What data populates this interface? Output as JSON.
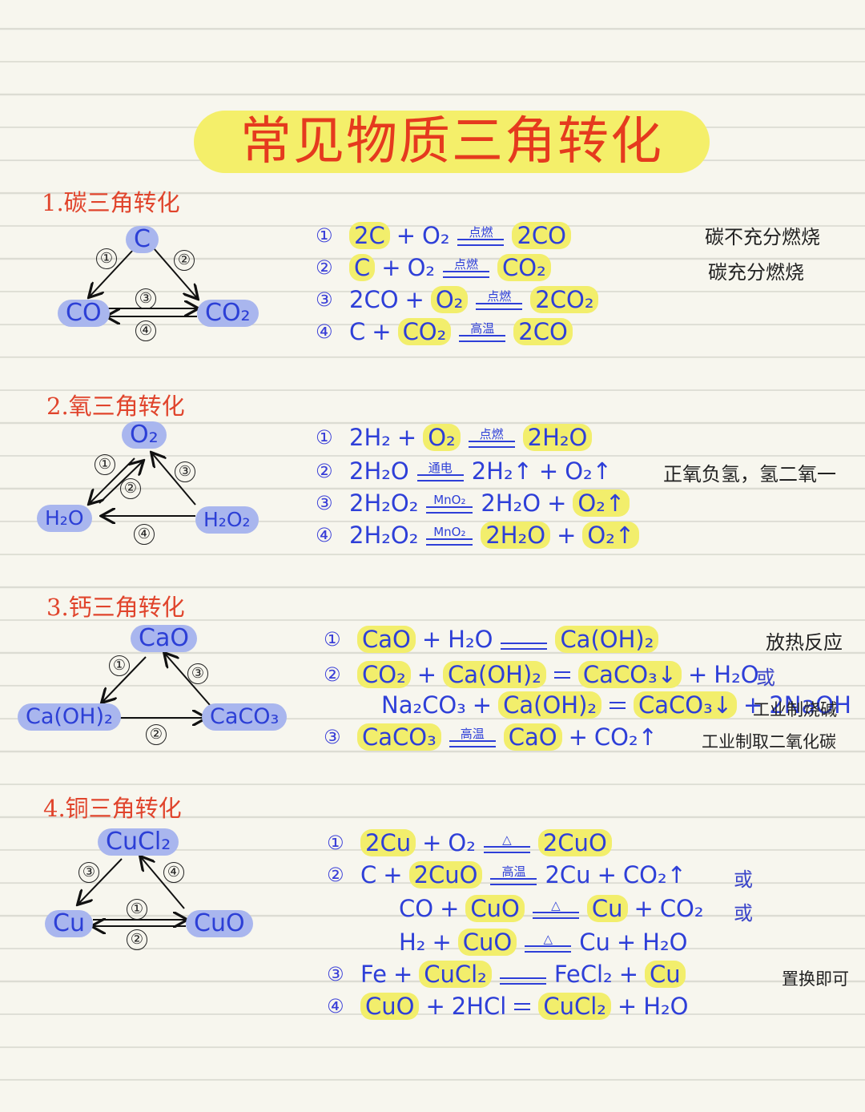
{
  "title": "常见物质三角转化",
  "sections": [
    {
      "heading": "1.碳三角转化",
      "nodes": [
        "C",
        "CO",
        "CO₂"
      ],
      "edge_labels": [
        "①",
        "②",
        "③",
        "④"
      ],
      "equations": [
        {
          "tag": "①",
          "lhs": [
            "2C",
            "+",
            "O₂"
          ],
          "cond": "点燃",
          "rhs": [
            "2CO"
          ]
        },
        {
          "tag": "②",
          "lhs": [
            "C",
            "+",
            "O₂"
          ],
          "cond": "点燃",
          "rhs": [
            "CO₂"
          ]
        },
        {
          "tag": "③",
          "lhs": [
            "2CO",
            "+",
            "O₂"
          ],
          "cond": "点燃",
          "rhs": [
            "2CO₂"
          ]
        },
        {
          "tag": "④",
          "lhs": [
            "C",
            "+",
            "CO₂"
          ],
          "cond": "高温",
          "rhs": [
            "2CO"
          ]
        }
      ],
      "notes": [
        "碳不充分燃烧",
        "碳充分燃烧"
      ]
    },
    {
      "heading": "2.氧三角转化",
      "nodes": [
        "O₂",
        "H₂O",
        "H₂O₂"
      ],
      "edge_labels": [
        "①",
        "②",
        "③",
        "④"
      ],
      "equations": [
        {
          "tag": "①",
          "lhs": [
            "2H₂",
            "+",
            "O₂"
          ],
          "cond": "点燃",
          "rhs": [
            "2H₂O"
          ]
        },
        {
          "tag": "②",
          "lhs": [
            "2H₂O"
          ],
          "cond": "通电",
          "rhs": [
            "2H₂↑",
            "+",
            "O₂↑"
          ]
        },
        {
          "tag": "③",
          "lhs": [
            "2H₂O₂"
          ],
          "cond": "MnO₂",
          "rhs": [
            "2H₂O",
            "+",
            "O₂↑"
          ]
        },
        {
          "tag": "④",
          "lhs": [
            "2H₂O₂"
          ],
          "cond": "MnO₂",
          "rhs": [
            "2H₂O",
            "+",
            "O₂↑"
          ]
        }
      ],
      "notes": [
        "正氧负氢，氢二氧一"
      ]
    },
    {
      "heading": "3.钙三角转化",
      "nodes": [
        "CaO",
        "Ca(OH)₂",
        "CaCO₃"
      ],
      "edge_labels": [
        "①",
        "②",
        "③"
      ],
      "equations": [
        {
          "tag": "①",
          "lhs": [
            "CaO",
            "+",
            "H₂O"
          ],
          "cond": "",
          "rhs": [
            "Ca(OH)₂"
          ]
        },
        {
          "tag": "②",
          "lhs": [
            "CO₂",
            "+",
            "Ca(OH)₂"
          ],
          "cond": "=",
          "rhs": [
            "CaCO₃↓",
            "+",
            "H₂O"
          ]
        },
        {
          "tag": "",
          "lhs": [
            "Na₂CO₃",
            "+",
            "Ca(OH)₂"
          ],
          "cond": "=",
          "rhs": [
            "CaCO₃↓",
            "+",
            "2NaOH"
          ]
        },
        {
          "tag": "③",
          "lhs": [
            "CaCO₃"
          ],
          "cond": "高温",
          "rhs": [
            "CaO",
            "+",
            "CO₂↑"
          ]
        }
      ],
      "notes": [
        "放热反应",
        "或",
        "工业制烧碱",
        "工业制取二氧化碳"
      ]
    },
    {
      "heading": "4.铜三角转化",
      "nodes": [
        "CuCl₂",
        "Cu",
        "CuO"
      ],
      "edge_labels": [
        "③",
        "④",
        "①",
        "②"
      ],
      "equations": [
        {
          "tag": "①",
          "lhs": [
            "2Cu",
            "+",
            "O₂"
          ],
          "cond": "△",
          "rhs": [
            "2CuO"
          ]
        },
        {
          "tag": "②",
          "lhs": [
            "C",
            "+",
            "2CuO"
          ],
          "cond": "高温",
          "rhs": [
            "2Cu",
            "+",
            "CO₂↑"
          ]
        },
        {
          "tag": "",
          "lhs": [
            "CO",
            "+",
            "CuO"
          ],
          "cond": "△",
          "rhs": [
            "Cu",
            "+",
            "CO₂"
          ]
        },
        {
          "tag": "",
          "lhs": [
            "H₂",
            "+",
            "CuO"
          ],
          "cond": "△",
          "rhs": [
            "Cu",
            "+",
            "H₂O"
          ]
        },
        {
          "tag": "③",
          "lhs": [
            "Fe",
            "+",
            "CuCl₂"
          ],
          "cond": "",
          "rhs": [
            "FeCl₂",
            "+",
            "Cu"
          ]
        },
        {
          "tag": "④",
          "lhs": [
            "CuO",
            "+",
            "2HCl"
          ],
          "cond": "=",
          "rhs": [
            "CuCl₂",
            "+",
            "H₂O"
          ]
        }
      ],
      "notes": [
        "或",
        "或",
        "置换即可"
      ]
    }
  ],
  "colors": {
    "highlight_yellow": "#f2ee6c",
    "highlight_blue": "#a9b6ee",
    "ink_blue": "#2e3fd8",
    "title_red": "#e53a1e"
  }
}
